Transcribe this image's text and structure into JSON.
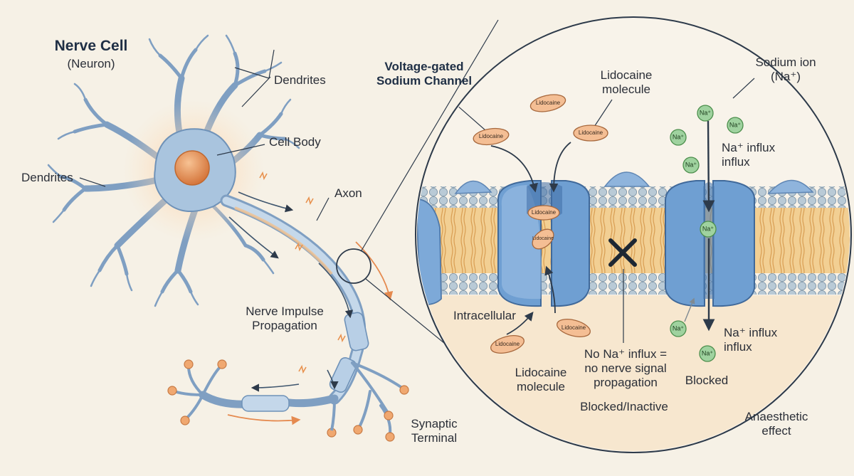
{
  "neuron": {
    "title": "Nerve Cell",
    "subtitle": "(Neuron)",
    "dendrites_top": "Dendrites",
    "dendrites_left": "Dendrites",
    "cell_body": "Cell Body",
    "axon": "Axon",
    "impulse": "Nerve Impulse\nPropagation",
    "synaptic": "Synaptic\nTerminal"
  },
  "zoom": {
    "channel_title": "Voltage-gated\nSodium Channel",
    "lidocaine_molecule_top": "Lidocaine\nmolecule",
    "sodium_ion": "Sodium ion\n(Na⁺)",
    "influx_top": "Na⁺ influx\ninflux",
    "intracellular": "Intracellular",
    "lidocaine_molecule_bottom": "Lidocaine\nmolecule",
    "no_influx": "No Na⁺ influx =\nno nerve signal\npropagation",
    "blocked_inactive": "Blocked/Inactive",
    "influx_bottom": "Na⁺ influx\ninflux",
    "blocked": "Blocked",
    "anaesthetic": "Anaesthetic\neffect"
  },
  "molecules": {
    "lidocaine": "Lidocaine",
    "sodium": "Na⁺"
  },
  "colors": {
    "background": "#f6f1e6",
    "neuron_blue": "#8fb2d4",
    "cell_body": "#e8945a",
    "channel": "#6f9fd2",
    "lipid_tail": "#efc98a",
    "lipid_head": "#b8c9d4",
    "lidocaine": "#f2b88c",
    "sodium": "#9bcf9a",
    "impulse": "#e9925a"
  }
}
